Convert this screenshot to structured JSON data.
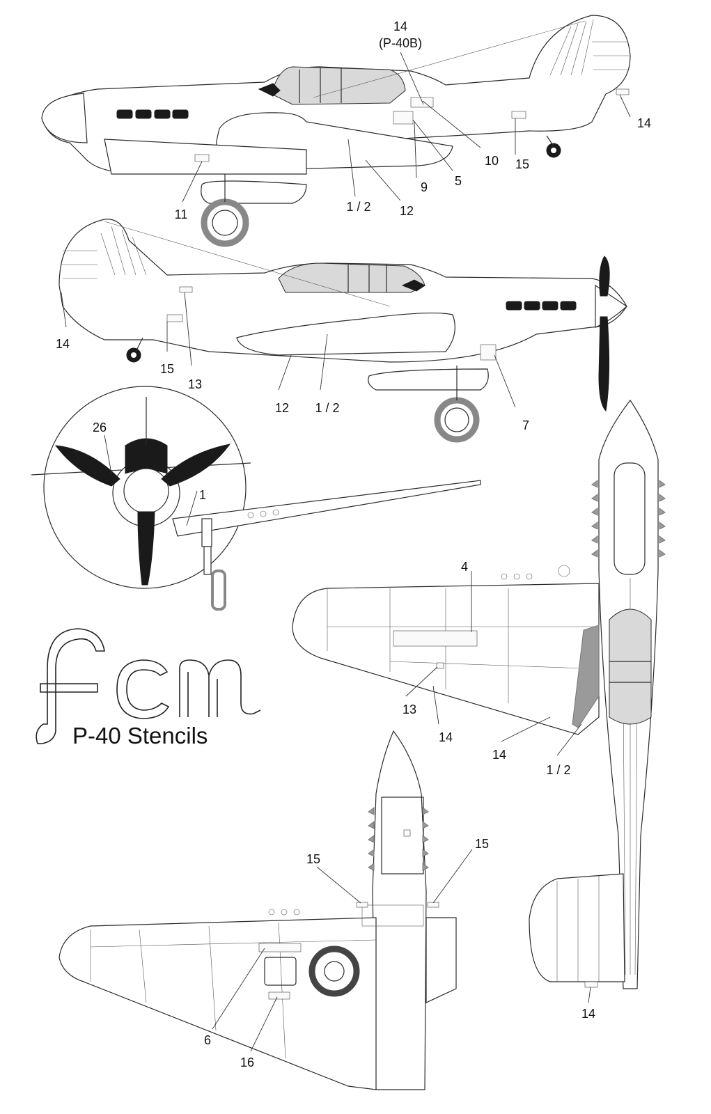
{
  "callouts": {
    "top_side": {
      "c14_top": "14",
      "c14_top_sub": "(P-40B)",
      "c14_right": "14",
      "c10": "10",
      "c15": "15",
      "c5": "5",
      "c9": "9",
      "c12": "12",
      "c1_2": "1 / 2",
      "c11": "11"
    },
    "second_side": {
      "c14": "14",
      "c15": "15",
      "c13": "13",
      "c12": "12",
      "c1_2": "1 / 2",
      "c7": "7"
    },
    "front": {
      "c26": "26",
      "c1": "1"
    },
    "top_view": {
      "c4": "4",
      "c13": "13",
      "c14_a": "14",
      "c14_b": "14",
      "c1_2": "1 / 2",
      "c14_tail": "14"
    },
    "bottom_view": {
      "c15_left": "15",
      "c15_right": "15",
      "c6": "6",
      "c16": "16"
    }
  },
  "branding": {
    "logo": "fcm",
    "subtitle": "P-40 Stencils"
  },
  "colors": {
    "line": "#2a2a2a",
    "glass": "#d9d9d9",
    "propeller": "#1a1a1a",
    "wingband": "#9a9a9a"
  }
}
